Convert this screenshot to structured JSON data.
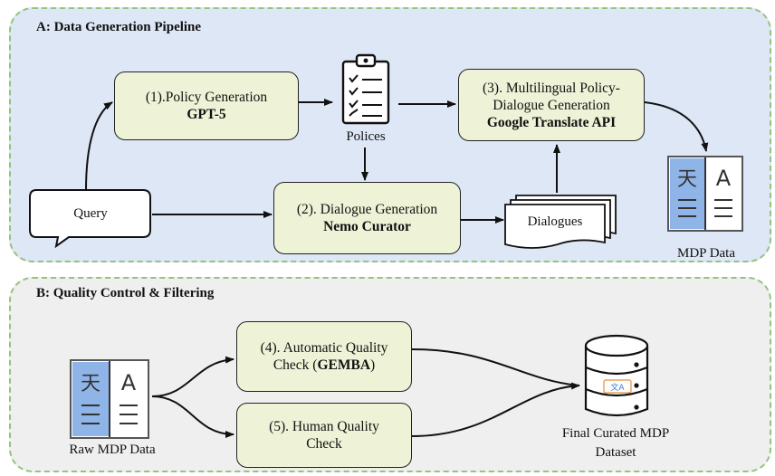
{
  "panel_a": {
    "title": "A: Data Generation  Pipeline",
    "policy_gen": {
      "line1": "(1).Policy Generation",
      "line2": "GPT-5"
    },
    "dialogue_gen": {
      "line1": "(2). Dialogue Generation",
      "line2": "Nemo Curator"
    },
    "multilingual": {
      "line1": "(3). Multilingual Policy-",
      "line2": "Dialogue  Generation",
      "line3": "Google Translate API"
    },
    "query_label": "Query",
    "policies_label": "Polices",
    "dialogues_label": "Dialogues",
    "mdp_label": "MDP Data"
  },
  "panel_b": {
    "title": "B: Quality Control & Filtering",
    "auto_check": {
      "line1": "(4).  Automatic Quality",
      "line2_prefix": "Check (",
      "line2_bold": "GEMBA",
      "line2_suffix": ")"
    },
    "human_check": {
      "line1": "(5).  Human Quality",
      "line2": "Check"
    },
    "raw_label": "Raw  MDP Data",
    "final_line1": "Final Curated  MDP",
    "final_line2": "Dataset"
  },
  "icons": {
    "doc_glyph_left": "天",
    "doc_glyph_right": "A",
    "db_badge": "文A"
  },
  "colors": {
    "panel_a_bg": "#dde7f6",
    "panel_b_bg": "#efefef",
    "panel_border": "#93c47d",
    "box_fill": "#eef3d7",
    "doc_blue": "#8fb4e8"
  }
}
